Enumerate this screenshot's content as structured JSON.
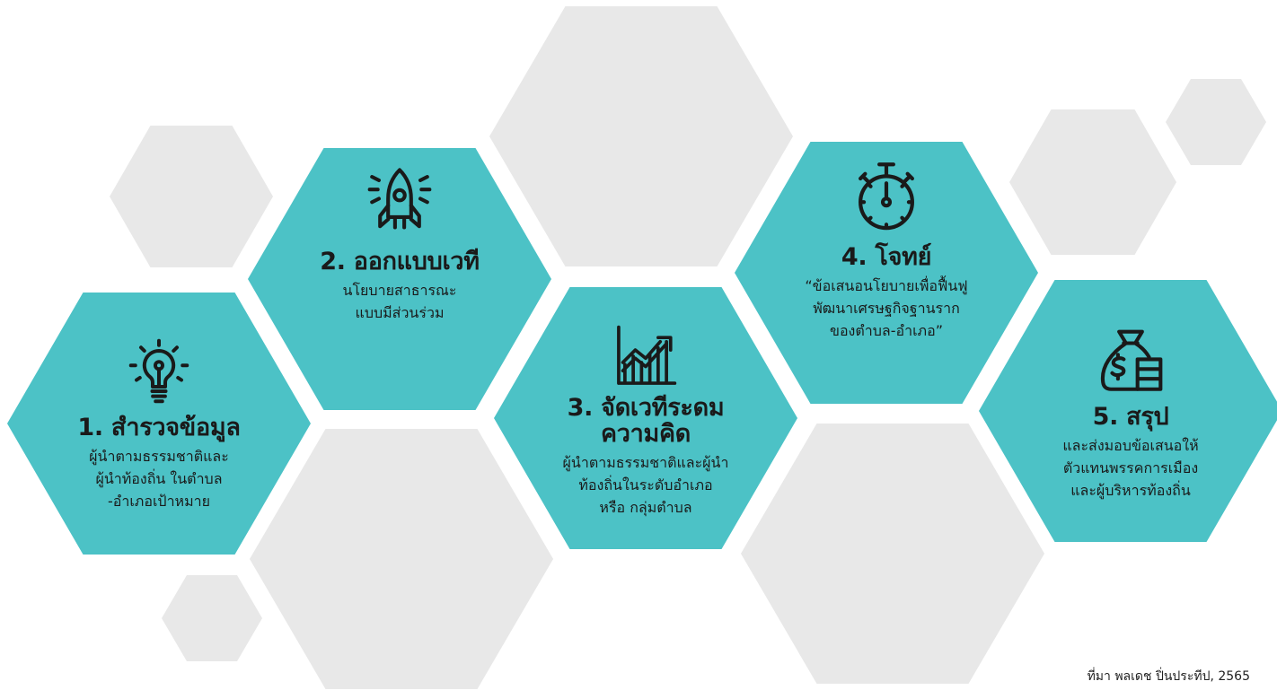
{
  "steps": [
    {
      "title": "1. สำรวจข้อมูล",
      "description": "ผู้นำตามธรรมชาติและ\nผู้นำท้องถิ่น ในตำบล\n-อำเภอเป้าหมาย",
      "icon": "lightbulb-icon"
    },
    {
      "title": "2. ออกแบบเวที",
      "description": "นโยบายสาธารณะ\nแบบมีส่วนร่วม",
      "icon": "rocket-icon"
    },
    {
      "title": "3. จัดเวทีระดม\nความคิด",
      "description": "ผู้นำตามธรรมชาติและผู้นำ\nท้องถิ่นในระดับอำเภอ\nหรือ กลุ่มตำบล",
      "icon": "growth-chart-icon"
    },
    {
      "title": "4. โจทย์",
      "description": "“ข้อเสนอนโยบายเพื่อฟื้นฟู\nพัฒนาเศรษฐกิจฐานราก\nของตำบล-อำเภอ”",
      "icon": "stopwatch-icon"
    },
    {
      "title": "5. สรุป",
      "description": "และส่งมอบข้อเสนอให้\nตัวแทนพรรคการเมือง\nและผู้บริหารท้องถิ่น",
      "icon": "money-bag-icon"
    }
  ],
  "source_note": "ที่มา พลเดช ปิ่นประทีป, 2565",
  "colors": {
    "teal": "#4cc2c6",
    "grey": "#e8e8e8",
    "text": "#1a1a1a"
  }
}
